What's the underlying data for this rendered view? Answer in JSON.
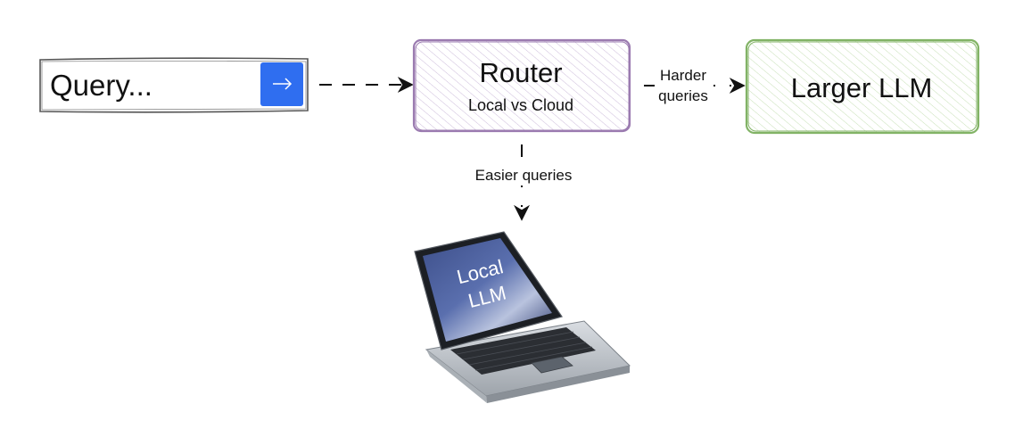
{
  "query_box": {
    "placeholder": "Query...",
    "submit_icon": "arrow-right-icon",
    "button_color": "#2f6ef0"
  },
  "router": {
    "title": "Router",
    "subtitle": "Local vs Cloud",
    "stroke_color": "#9b7bb0",
    "hatch_color": "#c9b6d8"
  },
  "larger_llm": {
    "title": "Larger LLM",
    "stroke_color": "#82b366",
    "hatch_color": "#c2dcb0"
  },
  "edges": {
    "harder": {
      "line1": "Harder",
      "line2": "queries"
    },
    "easier": {
      "label": "Easier queries"
    }
  },
  "laptop": {
    "screen_line1": "Local",
    "screen_line2": "LLM"
  }
}
